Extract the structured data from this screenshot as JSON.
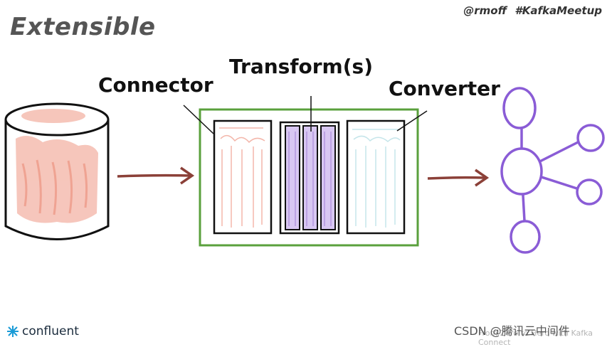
{
  "slide": {
    "title": "Extensible",
    "handle": "@rmoff #KafkaMeetup"
  },
  "labels": {
    "connector": "Connector",
    "transform": "Transform(s)",
    "converter": "Converter"
  },
  "colors": {
    "source_fill": "#f3b3a5",
    "frame_green": "#5aa03c",
    "arrow_red": "#8b4038",
    "transform_purple": "#a98bd8",
    "converter_teal": "#bfe3e8",
    "graph_purple": "#8a5cd6"
  },
  "icons": [
    "database-cylinder-icon",
    "network-graph-icon",
    "confluent-logo-icon"
  ],
  "footer": {
    "logo_text": "confluent",
    "watermark": "CSDN @腾讯云中间件",
    "footnote": "From Zero to Hero with Kafka Connect"
  }
}
